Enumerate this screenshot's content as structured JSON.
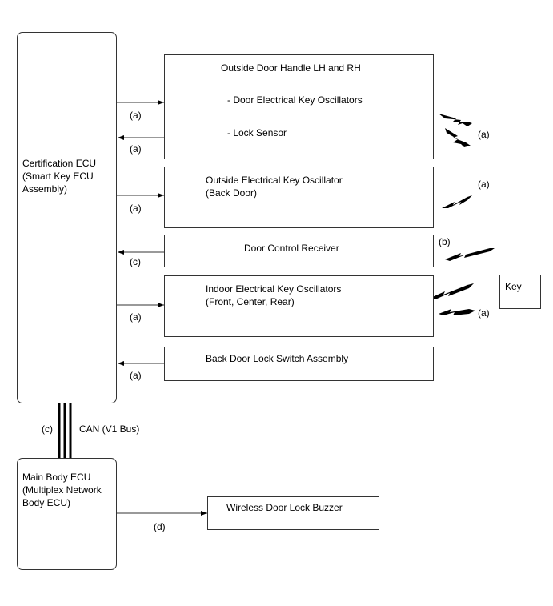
{
  "cert_ecu": {
    "lines": "Certification ECU\n(Smart Key ECU\nAssembly)"
  },
  "main_ecu": {
    "lines": "Main Body ECU\n(Multiplex Network\nBody ECU)"
  },
  "can_bus": {
    "label": "CAN (V1 Bus)",
    "tag": "(c)"
  },
  "blocks": {
    "door_handle": {
      "title": "Outside Door Handle LH and RH",
      "item1": "- Door Electrical Key Oscillators",
      "item2": "- Lock Sensor"
    },
    "outside_oscillator": {
      "lines": "Outside Electrical Key Oscillator\n(Back Door)"
    },
    "door_control_receiver": {
      "title": "Door Control Receiver"
    },
    "indoor_oscillators": {
      "lines": "Indoor Electrical Key Oscillators\n(Front, Center, Rear)"
    },
    "back_door_switch": {
      "title": "Back Door Lock Switch Assembly"
    },
    "buzzer": {
      "title": "Wireless Door Lock Buzzer"
    },
    "key": {
      "title": "Key"
    }
  },
  "signal_tags": {
    "a": "(a)",
    "b": "(b)",
    "c": "(c)",
    "d": "(d)"
  }
}
